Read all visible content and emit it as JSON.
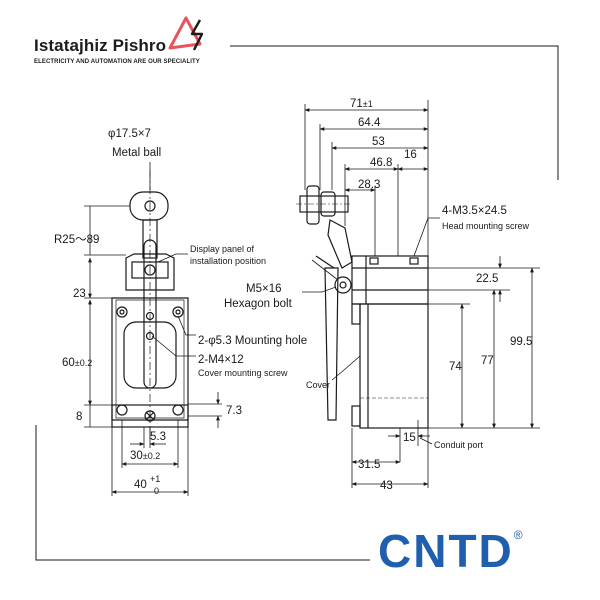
{
  "brand": {
    "name": "Istatajhiz Pishro",
    "tagline": "ELECTRICITY AND AUTOMATION ARE OUR SPECIALITY",
    "logo_color": "#e8545c"
  },
  "manufacturer": {
    "name": "CNTD",
    "registered_mark": "®",
    "color": "#1f5fae"
  },
  "front_view": {
    "ball_spec": "φ17.5×7",
    "ball_label": "Metal ball",
    "radius_dim": "R25～89",
    "dim_23": "23",
    "dim_60": "60",
    "dim_60_tol": "±0.2",
    "dim_8": "8",
    "dim_7_3": "7.3",
    "dim_5_3": "5.3",
    "dim_30": "30",
    "dim_30_tol": "±0.2",
    "dim_40": "40",
    "dim_40_tol_upper": "+1",
    "dim_40_tol_lower": "0",
    "display_panel_line1": "Display panel of",
    "display_panel_line2": "installation position",
    "mounting_hole": "2-φ5.3  Mounting hole",
    "cover_screw": "2-M4×12",
    "cover_screw_sub": "Cover mounting screw"
  },
  "side_view": {
    "dim_71": "71",
    "dim_71_tol": "±1",
    "dim_64_4": "64.4",
    "dim_53": "53",
    "dim_46_8": "46.8",
    "dim_16": "16",
    "dim_28_3": "28.3",
    "head_screw": "4-M3.5×24.5",
    "head_screw_sub": "Head mounting screw",
    "hex_bolt_line1": "M5×16",
    "hex_bolt_line2": "Hexagon bolt",
    "dim_22_5": "22.5",
    "dim_74": "74",
    "dim_77": "77",
    "dim_99_5": "99.5",
    "cover": "Cover",
    "dim_15": "15",
    "conduit_port": "Conduit port",
    "dim_31_5": "31.5",
    "dim_43": "43"
  }
}
